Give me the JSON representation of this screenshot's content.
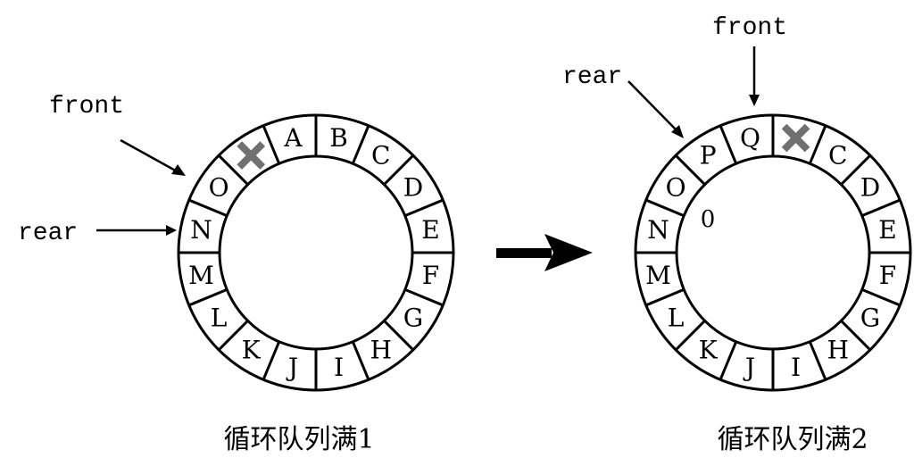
{
  "diagrams": [
    {
      "caption": "循环队列满1",
      "cells": [
        "B",
        "C",
        "D",
        "E",
        "F",
        "G",
        "H",
        "I",
        "J",
        "K",
        "L",
        "M",
        "N",
        "O",
        "",
        "A"
      ],
      "crossed_cell": 14,
      "pointers": {
        "front": "front",
        "rear": "rear"
      }
    },
    {
      "caption": "循环队列满2",
      "cells": [
        "",
        "C",
        "D",
        "E",
        "F",
        "G",
        "H",
        "I",
        "J",
        "K",
        "L",
        "M",
        "N",
        "O",
        "P",
        "Q"
      ],
      "crossed_cell": 0,
      "inner_label": "0",
      "pointers": {
        "front": "front",
        "rear": "rear"
      }
    }
  ],
  "transition_arrow": "right-arrow",
  "colors": {
    "ink": "#000000",
    "cross": "#707070",
    "background": "#ffffff"
  }
}
